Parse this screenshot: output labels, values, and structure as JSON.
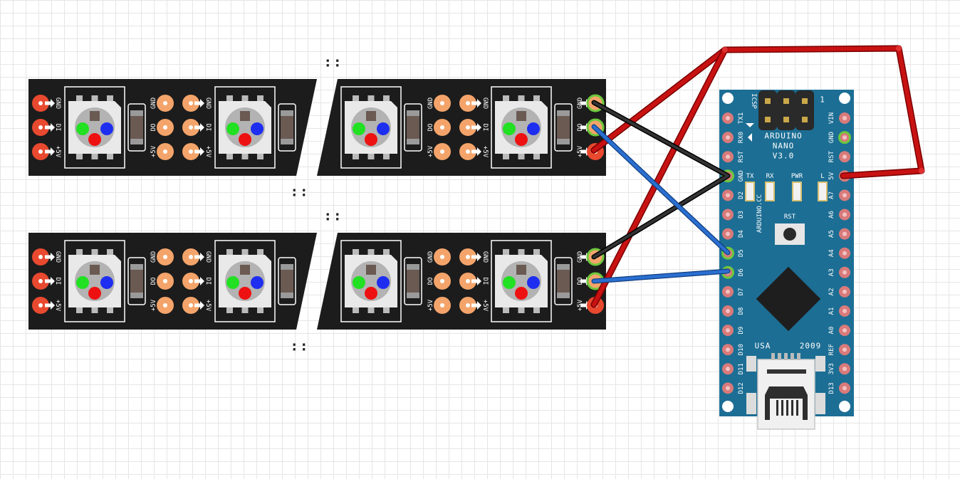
{
  "strip": {
    "in_labels": [
      "GND",
      "DI",
      "+5V"
    ],
    "out_labels": [
      "GND",
      "DO",
      "+5V"
    ],
    "continuation": ": :"
  },
  "arduino": {
    "title": [
      "ARDUINO",
      "NANO",
      "V3.0"
    ],
    "icsp": "ICSP",
    "pin1": "1",
    "site": "ARDUINO.CC",
    "rst_button": "RST",
    "usa": "USA",
    "year": "2009",
    "leds": [
      "TX",
      "RX",
      "PWR",
      "L"
    ],
    "left_pins": [
      "TX1",
      "RX0",
      "RST",
      "GND",
      "D2",
      "D3",
      "D4",
      "D5",
      "D6",
      "D7",
      "D8",
      "D9",
      "D10",
      "D11",
      "D12"
    ],
    "right_pins": [
      "VIN",
      "GND",
      "RST",
      "5V",
      "A7",
      "A6",
      "A5",
      "A4",
      "A3",
      "A2",
      "A1",
      "A0",
      "REF",
      "3V3",
      "D13"
    ]
  },
  "colors": {
    "strip": "#1c1c1c",
    "pad": "#f4a46a",
    "end_pad": "#e8492f",
    "board": "#1c6e94",
    "board_pin": "#d97a7a",
    "wire_red": "#c81212",
    "wire_black": "#222222",
    "wire_blue": "#2a6fd0",
    "highlight": "#6cc83c"
  }
}
